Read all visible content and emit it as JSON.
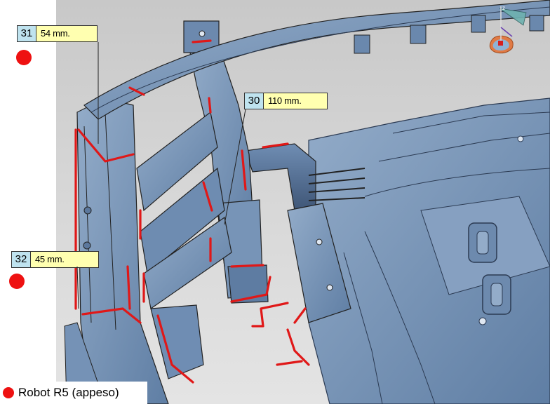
{
  "callouts": [
    {
      "number": "31",
      "distance": "54 mm."
    },
    {
      "number": "30",
      "distance": "110 mm."
    },
    {
      "number": "32",
      "distance": "45 mm."
    }
  ],
  "legend": {
    "label": "Robot R5 (appeso)",
    "color": "#ee1111"
  },
  "colors": {
    "part_blue": "#7a96b8",
    "part_dark": "#4d6585",
    "weld_red": "#e01818",
    "background": "#d0d0d0",
    "callout_number_bg": "#bfe3ef",
    "callout_value_bg": "#ffffb0"
  },
  "icons": [
    "compass-icon",
    "robot-marker-icon"
  ]
}
